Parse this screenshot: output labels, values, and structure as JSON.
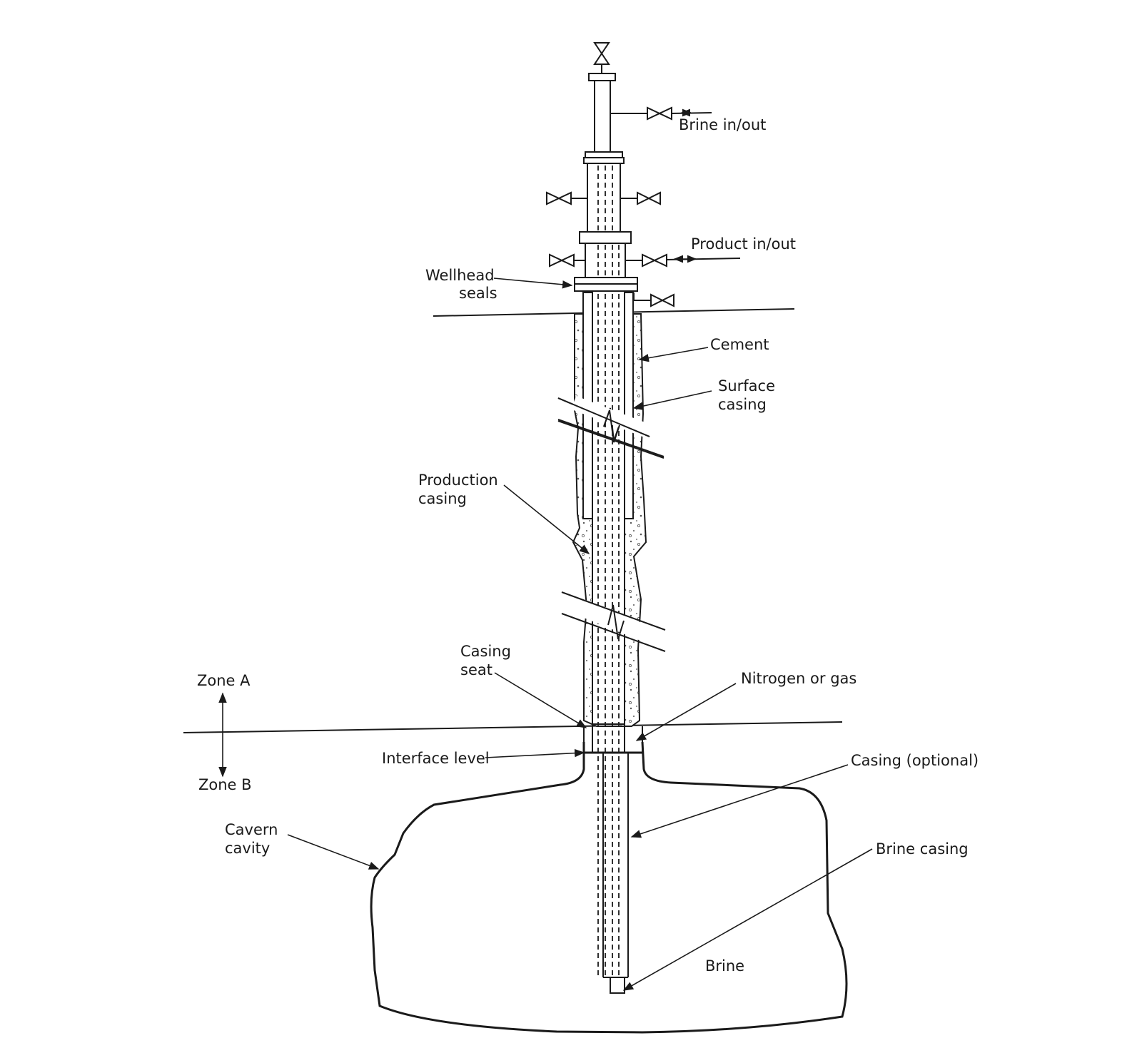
{
  "labels": {
    "brine_in_out": "Brine in/out",
    "product_in_out": "Product in/out",
    "wellhead": "Wellhead",
    "seals": "seals",
    "cement": "Cement",
    "surface": "Surface",
    "surface_casing": "casing",
    "production": "Production",
    "production_casing": "casing",
    "casing": "Casing",
    "seat": "seat",
    "nitrogen_or_gas": "Nitrogen or gas",
    "zone_a": "Zone A",
    "zone_b": "Zone B",
    "interface_level": "Interface level",
    "casing_optional": "Casing (optional)",
    "cavern": "Cavern",
    "cavity": "cavity",
    "brine_casing": "Brine casing",
    "brine": "Brine"
  }
}
